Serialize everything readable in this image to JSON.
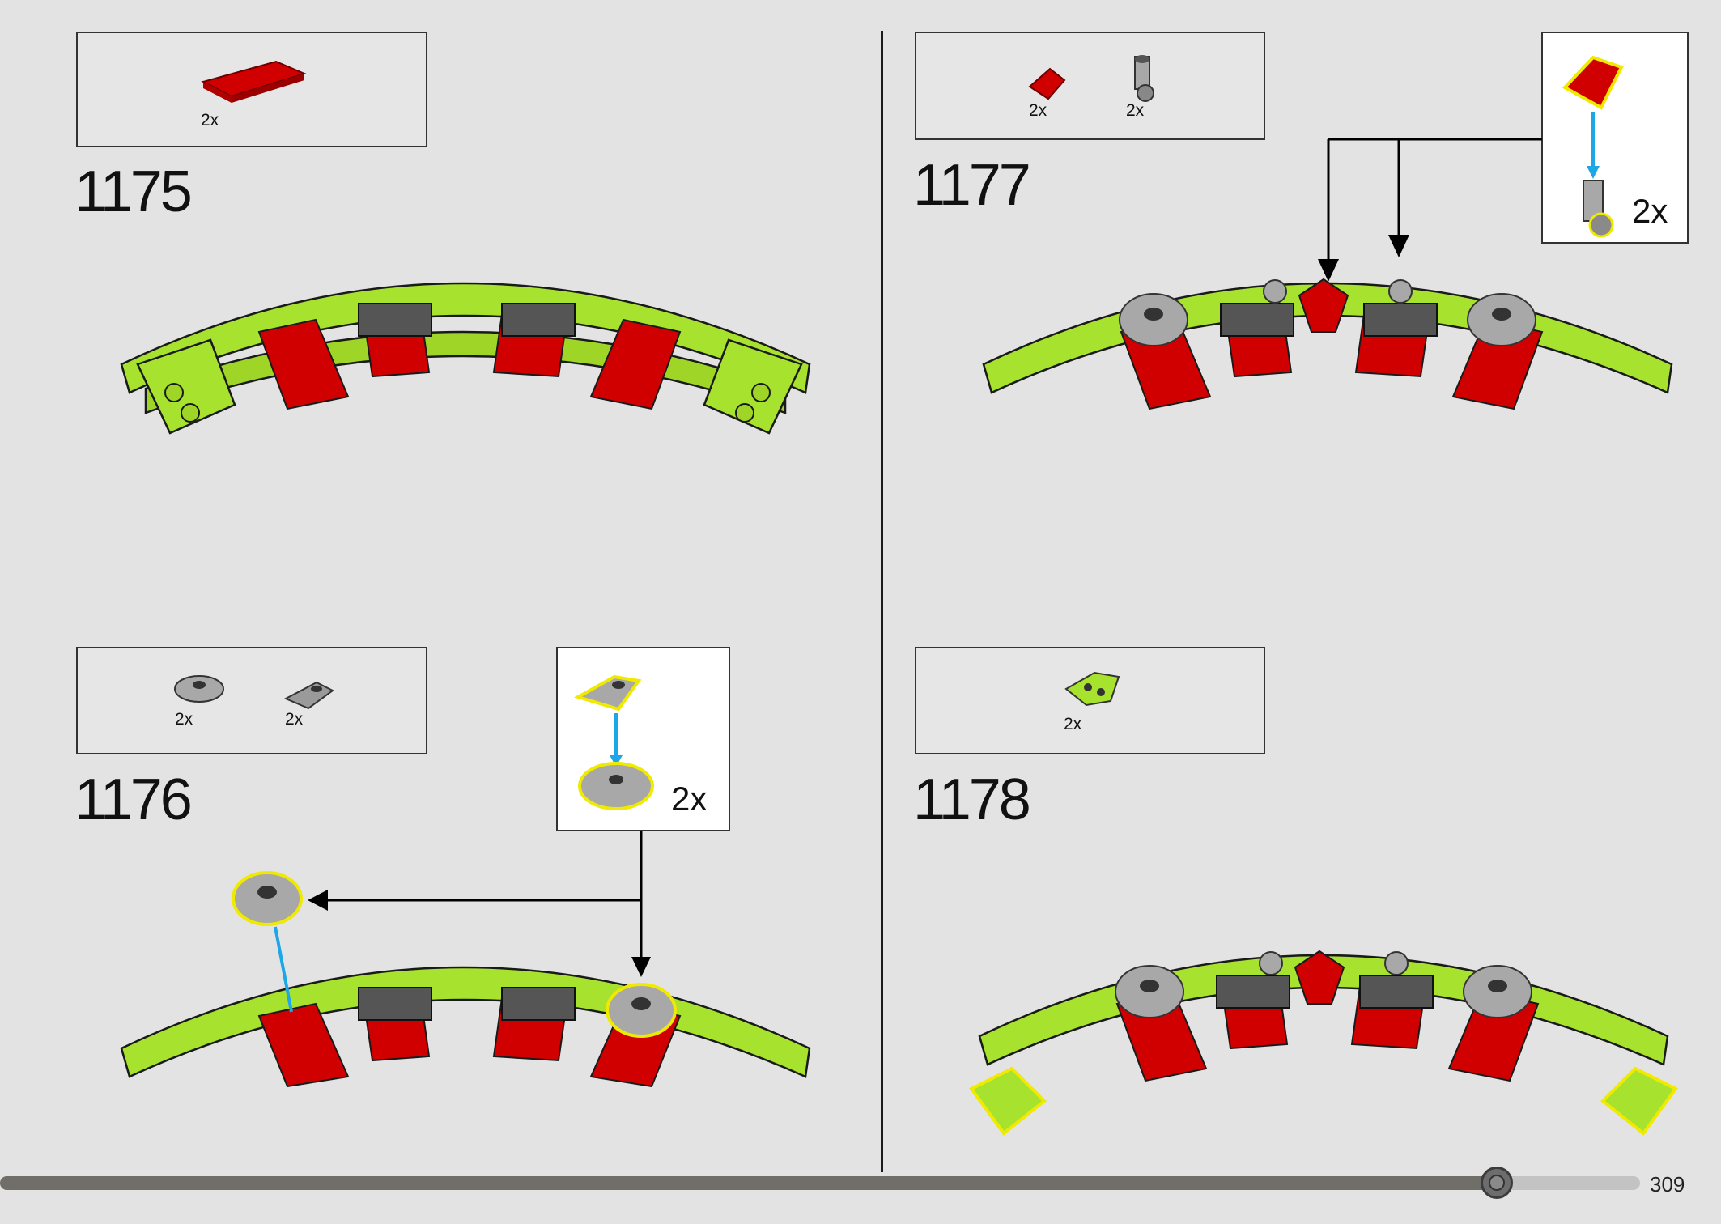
{
  "steps": [
    {
      "number": "1175",
      "parts": [
        {
          "name": "red tile 2x4",
          "qty": "2x"
        }
      ]
    },
    {
      "number": "1176",
      "parts": [
        {
          "name": "light grey round plate 2x2 with hole",
          "qty": "2x"
        },
        {
          "name": "dark grey wedge plate",
          "qty": "2x"
        }
      ],
      "callout": {
        "qty": "2x"
      }
    },
    {
      "number": "1177",
      "parts": [
        {
          "name": "red slope 1x1",
          "qty": "2x"
        },
        {
          "name": "light grey hinge brick",
          "qty": "2x"
        }
      ],
      "callout": {
        "qty": "2x"
      }
    },
    {
      "number": "1178",
      "parts": [
        {
          "name": "lime wedge plate 2x2",
          "qty": "2x"
        }
      ]
    }
  ],
  "page_number": "309",
  "progress_fraction": 0.9125,
  "colors": {
    "background": "#e3e3e3",
    "lime": "#a6e22e",
    "red": "#d10000",
    "dark_grey": "#555555",
    "light_grey": "#a8a8a8",
    "highlight": "#f0ea00",
    "arrow_blue": "#1ea7e6"
  }
}
